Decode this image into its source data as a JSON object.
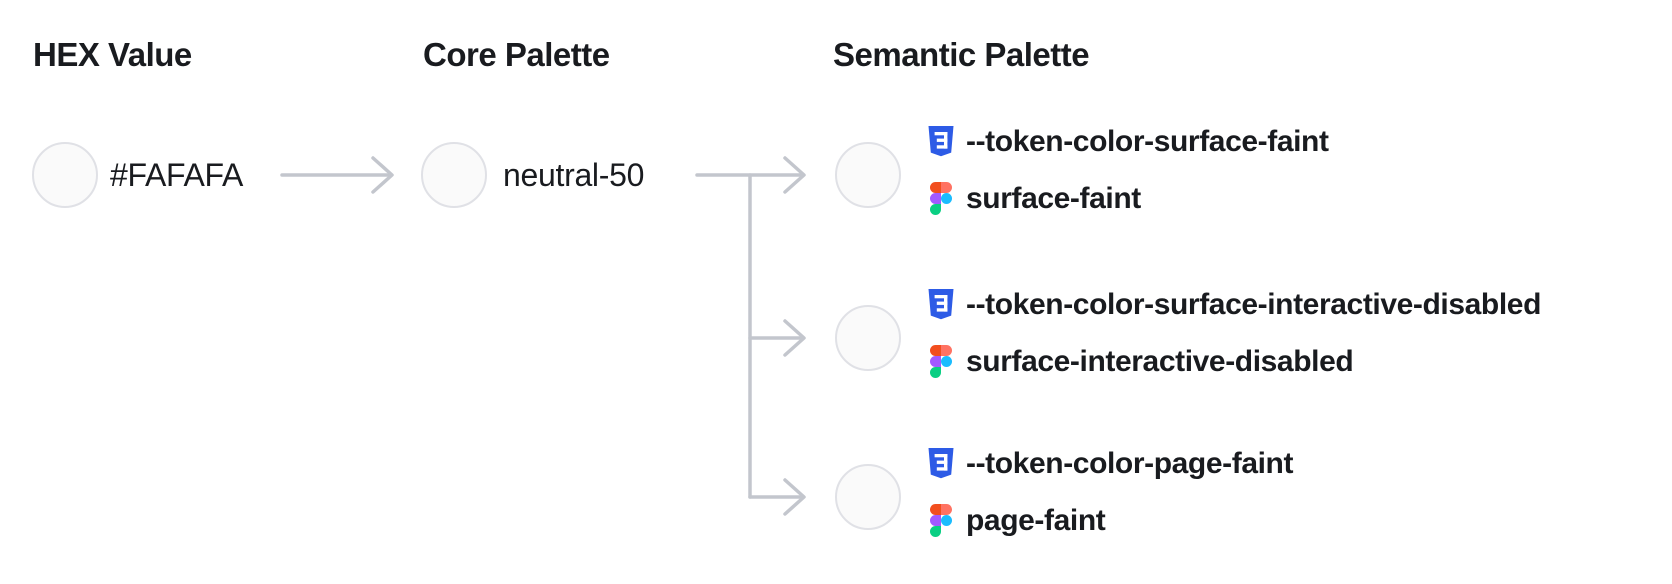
{
  "diagram_title": "color token mapping",
  "columns": {
    "hex": {
      "header": "HEX Value"
    },
    "core": {
      "header": "Core Palette"
    },
    "semantic": {
      "header": "Semantic Palette"
    }
  },
  "hex": {
    "value": "#FAFAFA",
    "swatch_color": "#FAFAFA"
  },
  "core": {
    "name": "neutral-50",
    "swatch_color": "#FAFAFA"
  },
  "semantic": {
    "entries": [
      {
        "css_token": "--token-color-surface-faint",
        "figma_name": "surface-faint",
        "swatch_color": "#FAFAFA"
      },
      {
        "css_token": "--token-color-surface-interactive-disabled",
        "figma_name": "surface-interactive-disabled",
        "swatch_color": "#FAFAFA"
      },
      {
        "css_token": "--token-color-page-faint",
        "figma_name": "page-faint",
        "swatch_color": "#FAFAFA"
      }
    ]
  },
  "icons": {
    "css": "css3-shield-icon",
    "figma": "figma-logo-icon"
  },
  "colors": {
    "text": "#191b1f",
    "connector_gray": "#c3c6cd",
    "swatch_fill": "#fafafa",
    "swatch_border": "#e0e1e6",
    "css_icon_blue": "#2d5be6",
    "figma_orange": "#f24e1e",
    "figma_salmon": "#ff7262",
    "figma_purple": "#a259ff",
    "figma_blue": "#1abcfe",
    "figma_green": "#0acf83"
  }
}
